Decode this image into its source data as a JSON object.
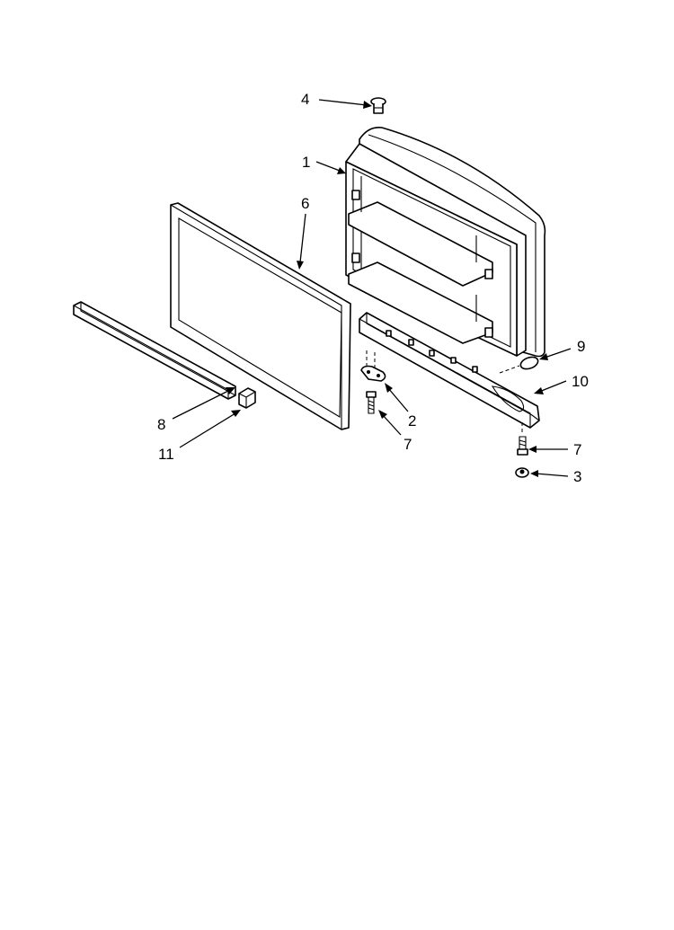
{
  "callouts": {
    "door_liner": "1",
    "hinge": "2",
    "nut": "3",
    "hinge_pin": "4",
    "gasket": "6",
    "screw_left": "7",
    "screw_right": "7",
    "handle_trim": "8",
    "plug": "9",
    "handle": "10",
    "end_cap": "11"
  }
}
